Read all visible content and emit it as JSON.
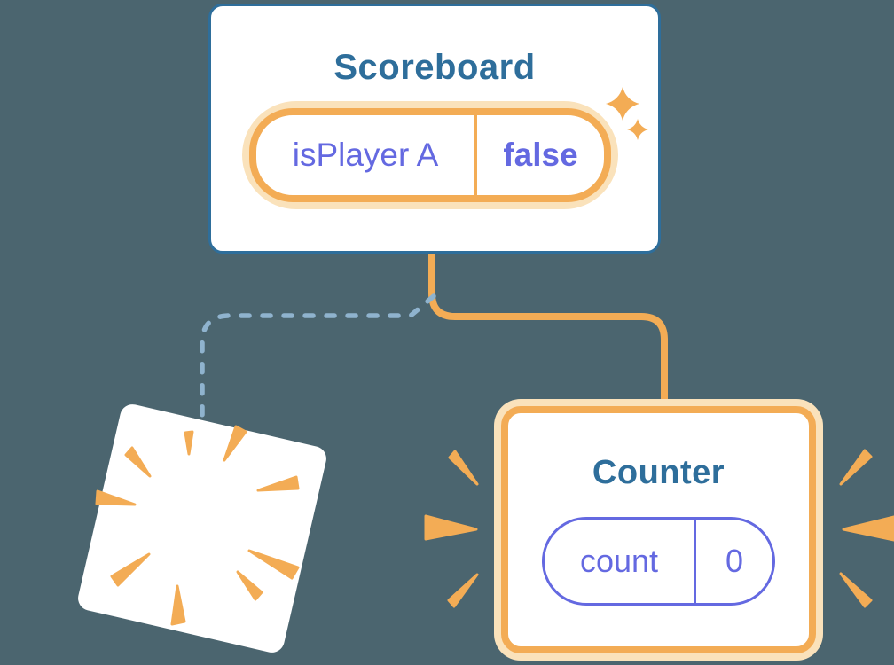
{
  "canvas": {
    "background_color": "#4B656F"
  },
  "scoreboard": {
    "title": "Scoreboard",
    "state_pill": {
      "name": "isPlayer A",
      "value": "false"
    }
  },
  "counter": {
    "title": "Counter",
    "state_pill": {
      "name": "count",
      "value": "0"
    }
  },
  "connectors": {
    "solid_line": "scoreboard-to-counter",
    "dashed_line": "scoreboard-to-destroyed-component"
  },
  "icons": {
    "sparkle": "sparkle-icon",
    "poof_burst": "poof-burst-icon",
    "emphasis_burst": "emphasis-burst-icon"
  },
  "colors": {
    "background": "#4B656F",
    "card_fill": "#FFFFFF",
    "blue_accent": "#2E6E9B",
    "orange_accent": "#F3AC55",
    "orange_glow": "#FAE2BB",
    "purple_accent": "#6469E1",
    "dashed_line_blue": "#8FB3CE"
  }
}
